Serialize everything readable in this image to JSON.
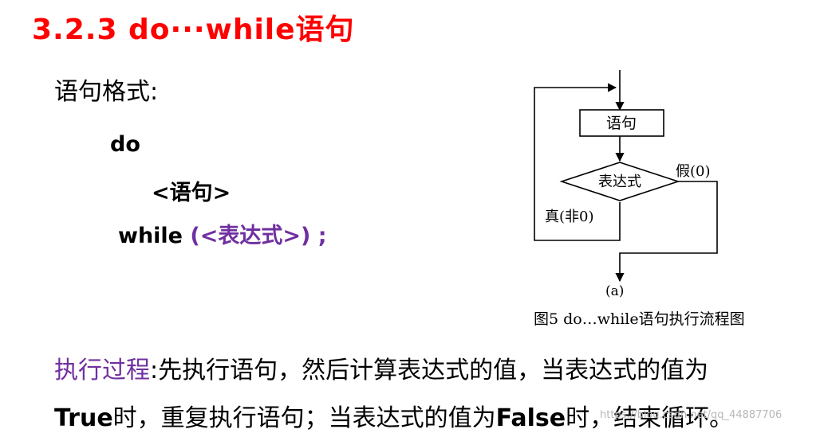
{
  "title": "3.2.3 do···while语句",
  "format_label": "语句格式:",
  "code": {
    "do": "do",
    "stmt": "<语句>",
    "while_kw": "while",
    "cond": "(<表达式>)",
    "semicolon": ";"
  },
  "flowchart": {
    "stmt_box": "语句",
    "condition": "表达式",
    "false_label": "假(0)",
    "true_label": "真(非0)",
    "sub_label": "(a)",
    "caption": "图5 do…while语句执行流程图"
  },
  "process": {
    "heading": "执行过程",
    "colon": ":",
    "line1_rest": "先执行语句，然后计算表达式的值，当表达式的值为",
    "true_kw": "True",
    "line2_mid": "时，重复执行语句；当表达式的值为",
    "false_kw": "False",
    "line2_end": "时，结束循环。"
  },
  "watermark": "https://blog.csdn.net/qq_44887706",
  "colors": {
    "title": "#ff0000",
    "accent_purple": "#7030a0"
  }
}
